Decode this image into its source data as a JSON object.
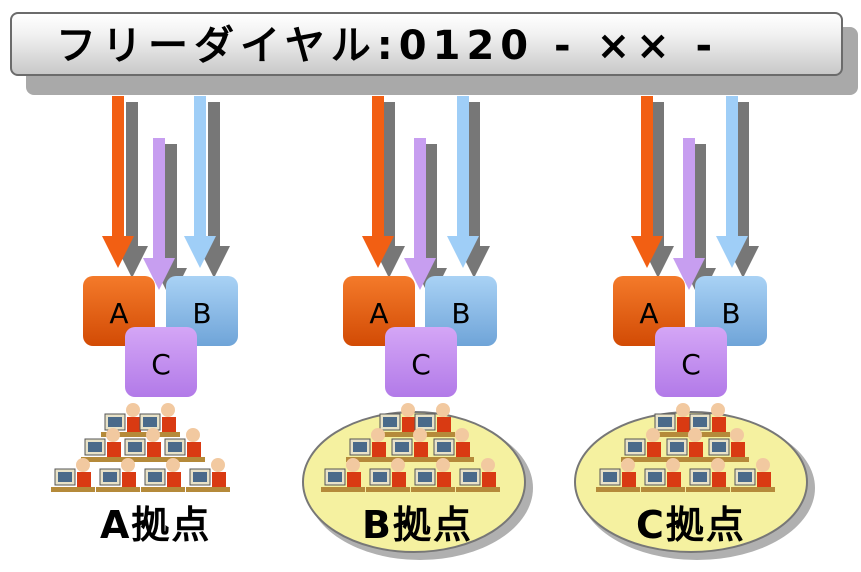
{
  "banner": {
    "text": "フリーダイヤル:0120 - ×× -"
  },
  "routing_boxes": [
    {
      "a": "A",
      "b": "B",
      "c": "C"
    },
    {
      "a": "A",
      "b": "B",
      "c": "C"
    },
    {
      "a": "A",
      "b": "B",
      "c": "C"
    }
  ],
  "sites": [
    {
      "label": "A拠点",
      "ellipse": false
    },
    {
      "label": "B拠点",
      "ellipse": true
    },
    {
      "label": "C拠点",
      "ellipse": true
    }
  ],
  "colors": {
    "arrow_a": "#f25f13",
    "arrow_b": "#9fcef7",
    "arrow_c": "#c79ef0",
    "box_a": "#e45a0c",
    "box_b": "#7fb3e5",
    "box_c": "#c08af0",
    "ellipse_fill": "#f5f1a0",
    "operator_shirt": "#d93a12",
    "monitor": "#e8e2c8"
  }
}
